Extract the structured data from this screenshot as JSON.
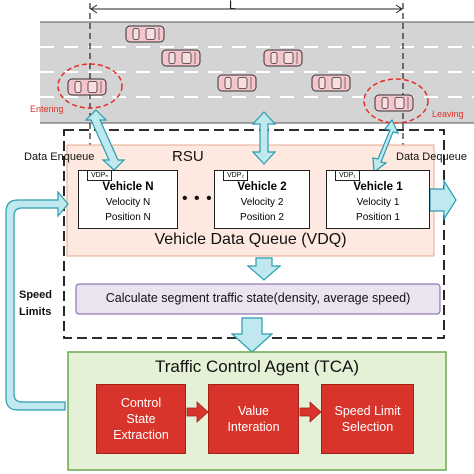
{
  "road": {
    "length_label": "L",
    "entering_label": "Entering",
    "leaving_label": "Leaving"
  },
  "rsu": {
    "title": "RSU",
    "data_enqueue_label": "Data Enqueue",
    "data_dequeue_label": "Data Dequeue",
    "ellipsis": "• • •",
    "vdq_label": "Vehicle Data Queue (VDQ)",
    "vehicles": [
      {
        "vdp": "VDPₙ",
        "name": "Vehicle N",
        "velocity": "Velocity N",
        "position": "Position N"
      },
      {
        "vdp": "VDP₂",
        "name": "Vehicle 2",
        "velocity": "Velocity 2",
        "position": "Position 2"
      },
      {
        "vdp": "VDP₁",
        "name": "Vehicle 1",
        "velocity": "Velocity 1",
        "position": "Position 1"
      }
    ],
    "calc_label": "Calculate segment traffic state(density, average speed)"
  },
  "speed_limits_label": "Speed\nLimits",
  "tca": {
    "title": "Traffic Control Agent (TCA)",
    "blocks": [
      "Control\nState\nExtraction",
      "Value\nInteration",
      "Speed Limit\nSelection"
    ]
  },
  "colors": {
    "road": "#d4d4d4",
    "car_body": "#f4c6cc",
    "car_outline": "#333333",
    "highlight": "#e0302a",
    "arrow_fill": "#bfe9ef",
    "arrow_stroke": "#2a9bb0",
    "vdq_fill": "#fde9df",
    "vdq_stroke": "#e8a98e",
    "calc_fill": "#eae4f1",
    "calc_stroke": "#7a5c9e",
    "tca_fill": "#e4f1d6",
    "tca_stroke": "#6aa84f",
    "block_fill": "#d9342b"
  }
}
